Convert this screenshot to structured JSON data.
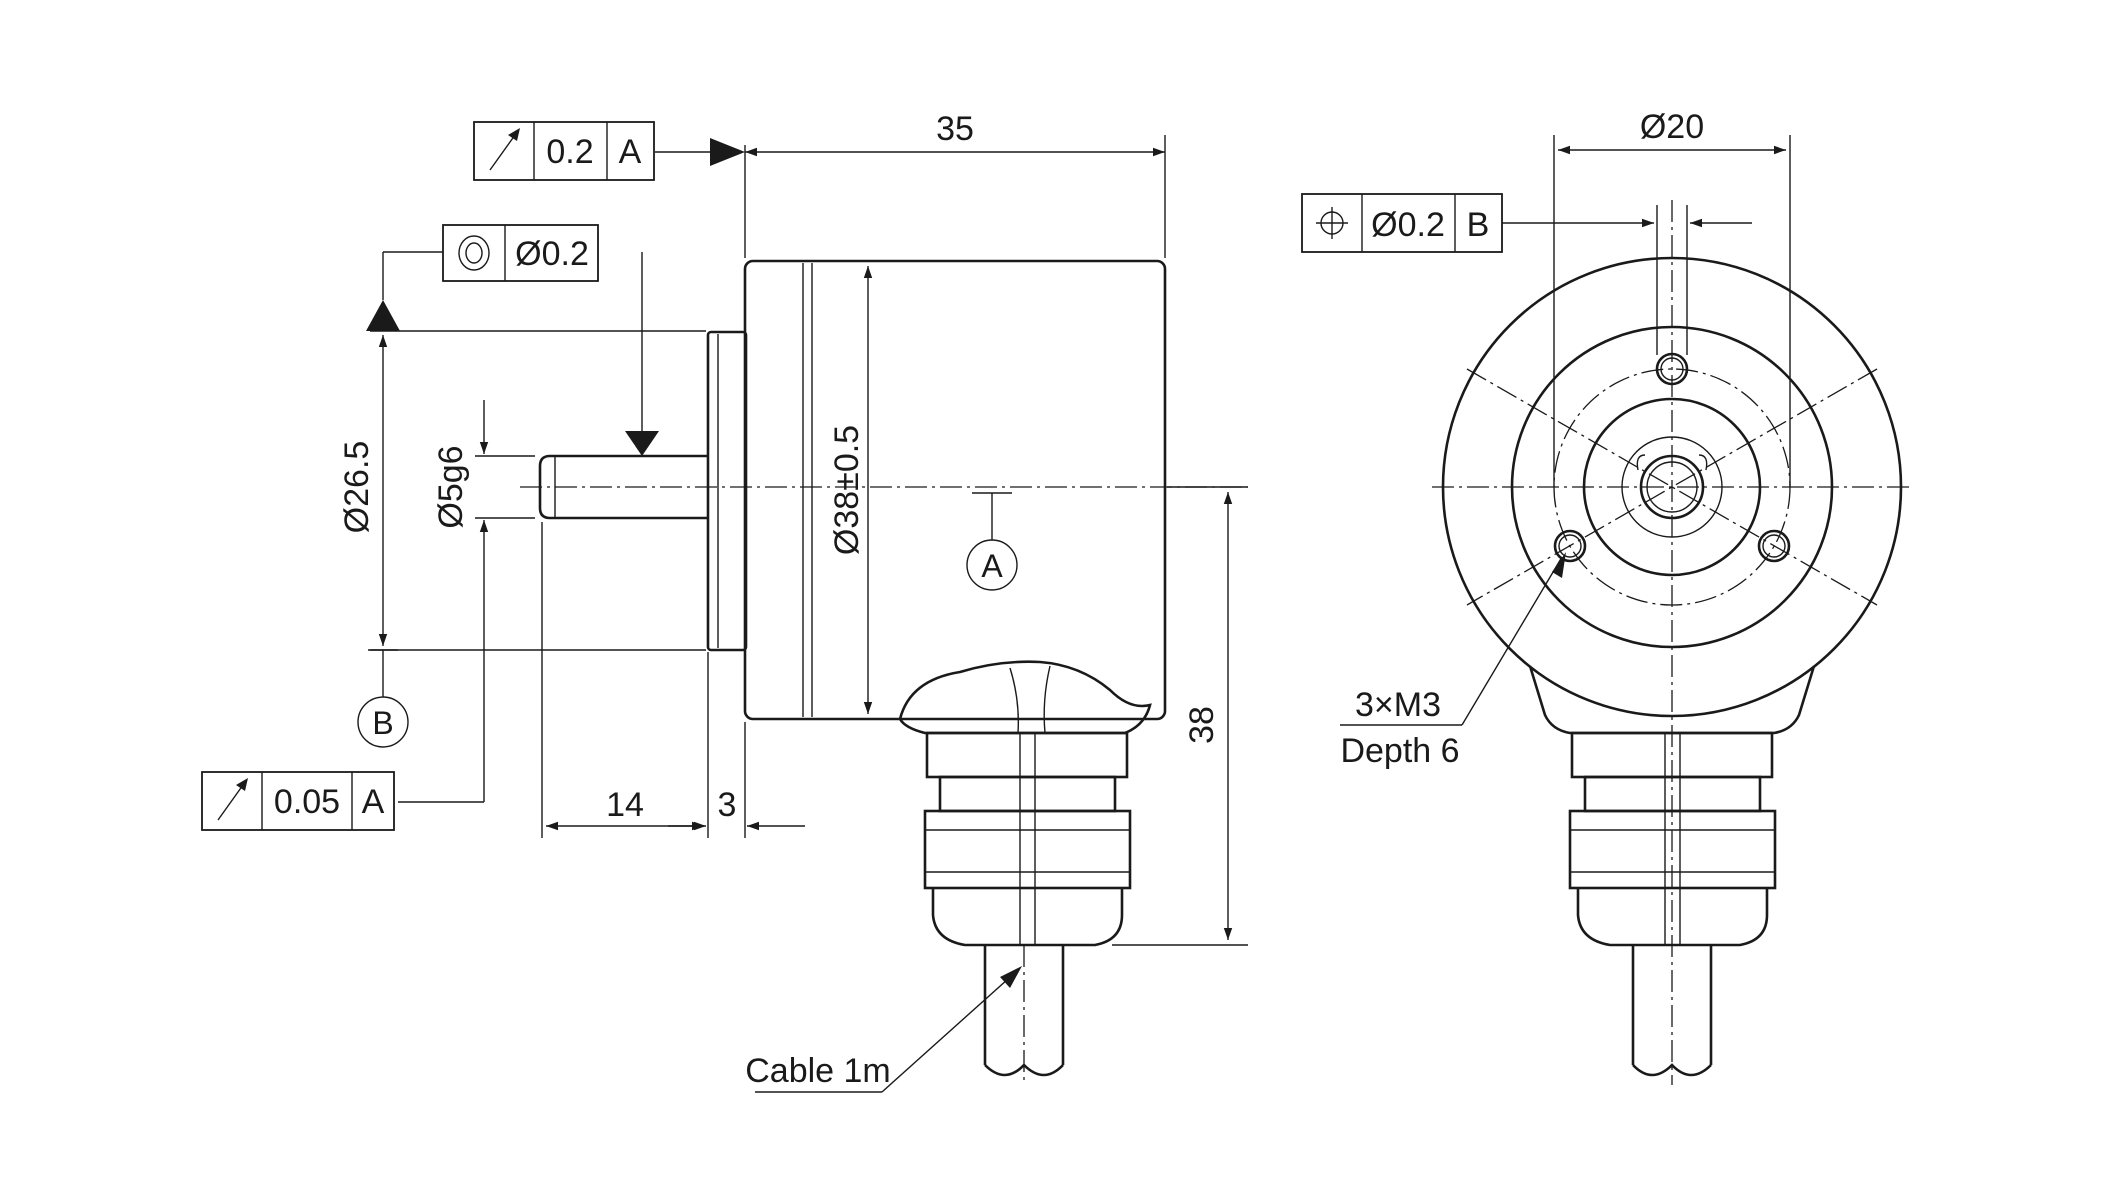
{
  "side_view": {
    "dim_length": "35",
    "dim_housing_dia": "Ø38±0.5",
    "dim_flange_dia": "Ø26.5",
    "dim_shaft_dia": "Ø5g6",
    "dim_shaft_length": "14",
    "dim_flange_length": "3",
    "dim_height": "38",
    "datum_a": "A",
    "datum_b": "B",
    "cable_label": "Cable 1m"
  },
  "tolerance_frames": {
    "runout_axial": {
      "symbol": "circular-runout",
      "value": "0.2",
      "datum": "A"
    },
    "concentricity": {
      "symbol": "concentricity",
      "value": "Ø0.2"
    },
    "runout_radial": {
      "symbol": "circular-runout",
      "value": "0.05",
      "datum": "A"
    },
    "position": {
      "symbol": "position",
      "value": "Ø0.2",
      "datum": "B"
    }
  },
  "front_view": {
    "dim_bolt_circle": "Ø20",
    "thread_label": "3×M3",
    "depth_label": "Depth 6"
  }
}
